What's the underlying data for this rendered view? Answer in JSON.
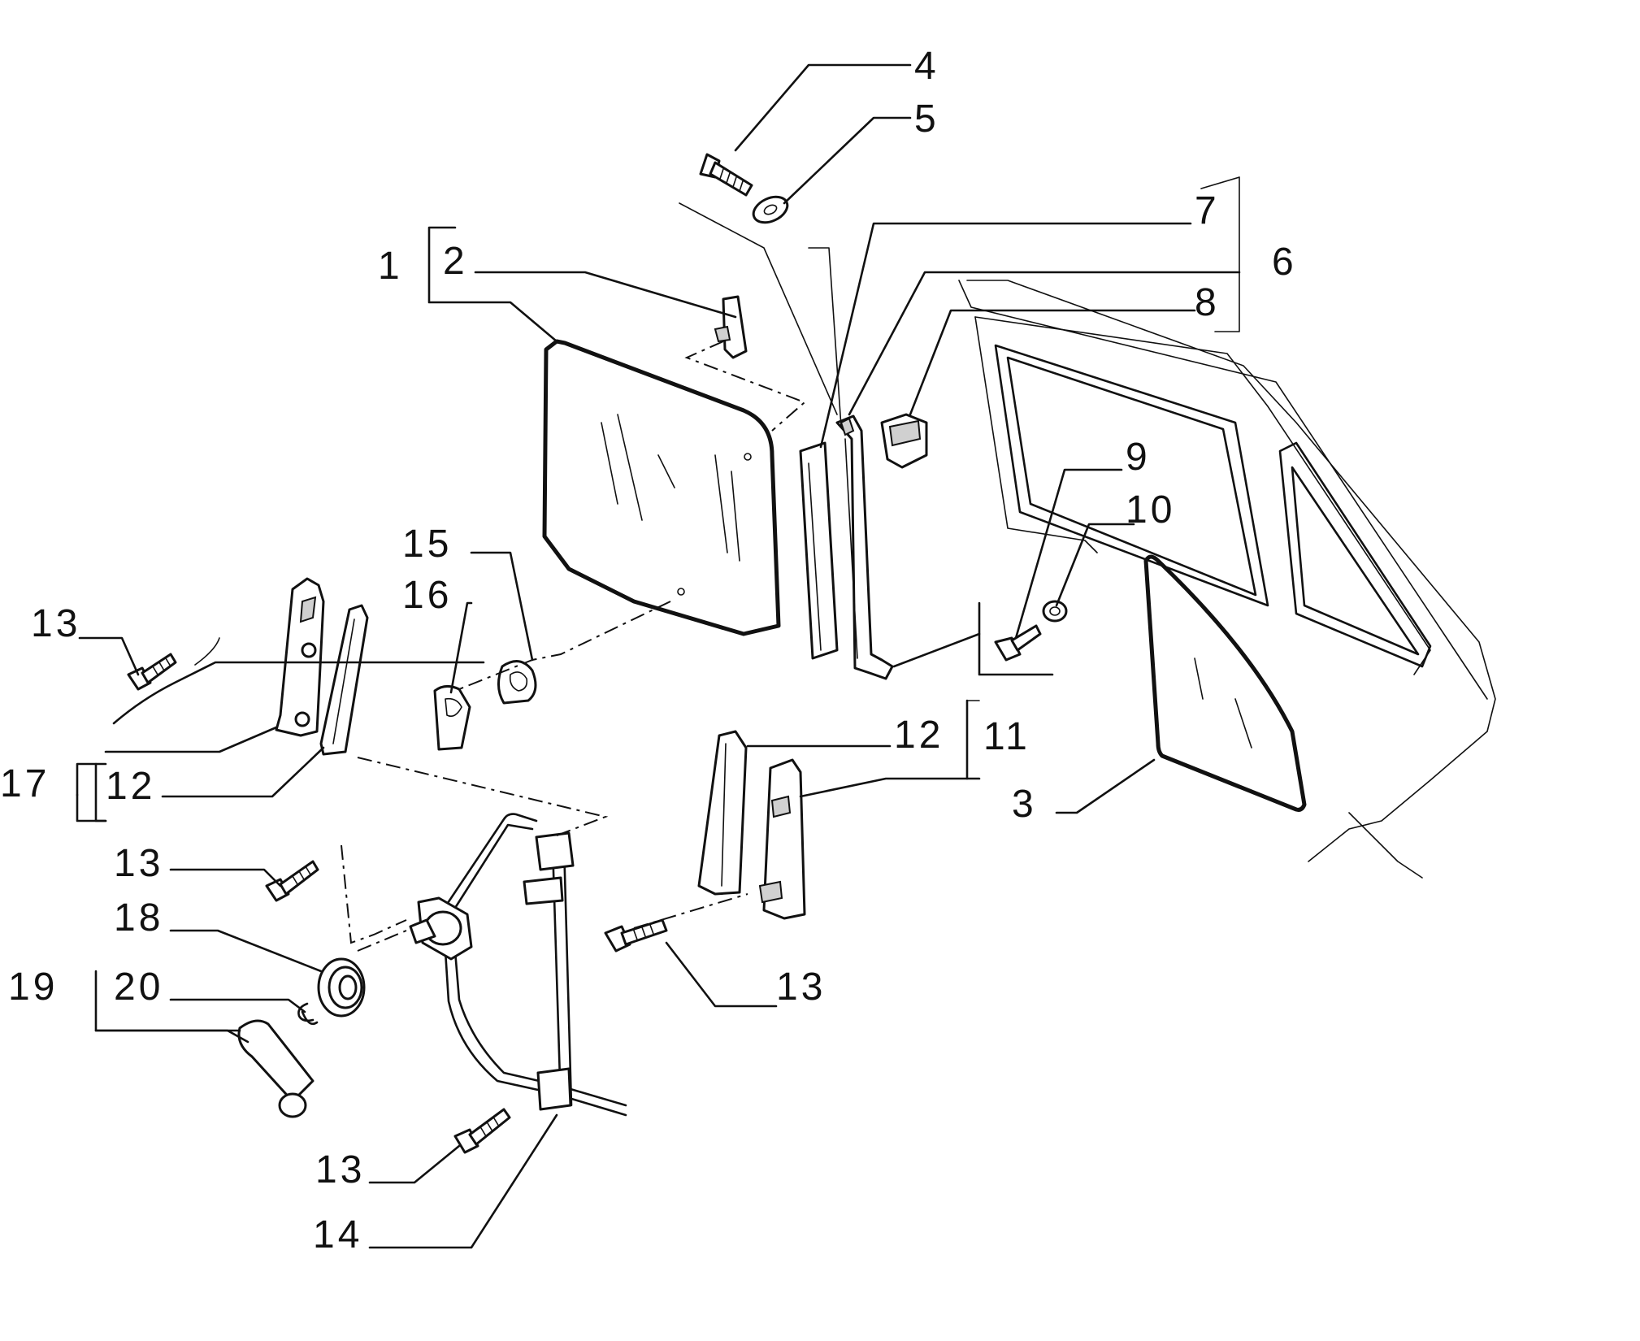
{
  "labels": {
    "l1": "1",
    "l2": "2",
    "l3": "3",
    "l4": "4",
    "l5": "5",
    "l6": "6",
    "l7": "7",
    "l8": "8",
    "l9": "9",
    "l10": "10",
    "l11": "11",
    "l12a": "12",
    "l12b": "12",
    "l13a": "13",
    "l13b": "13",
    "l13c": "13",
    "l13d": "13",
    "l14": "14",
    "l15": "15",
    "l16": "16",
    "l17": "17",
    "l18": "18",
    "l19": "19",
    "l20": "20"
  }
}
